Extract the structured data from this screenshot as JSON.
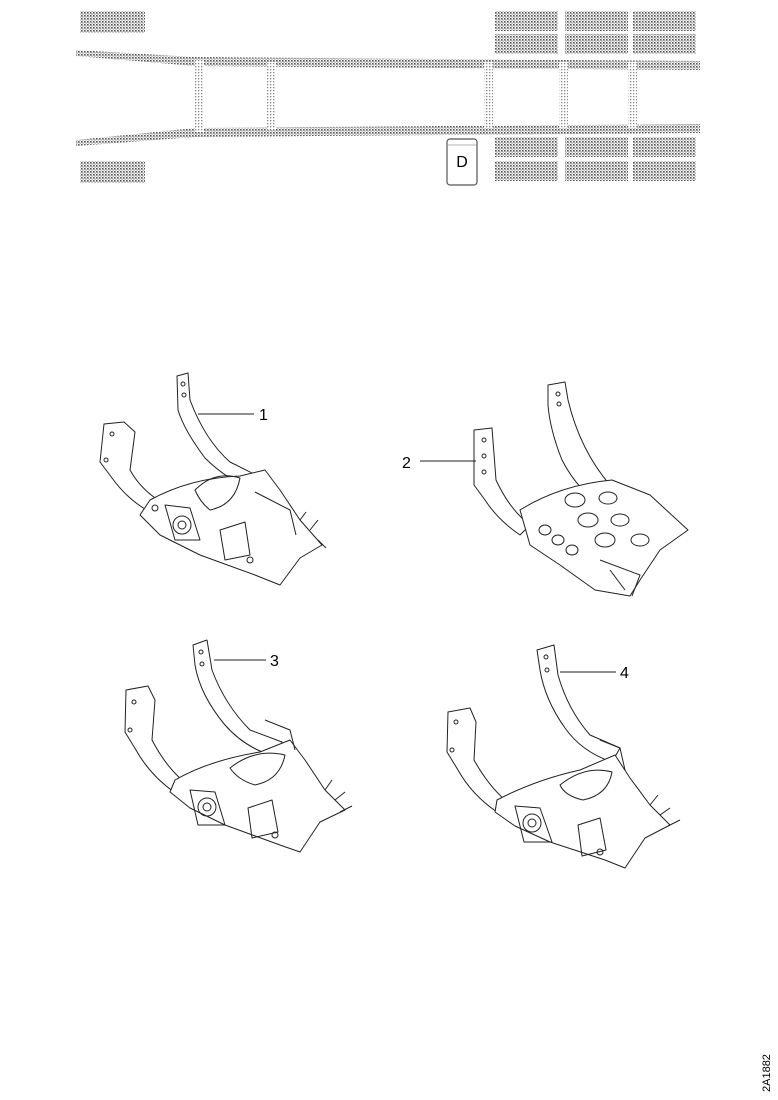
{
  "chassis": {
    "fuel_tank_label": "D"
  },
  "parts": [
    {
      "callout": "1"
    },
    {
      "callout": "2"
    },
    {
      "callout": "3"
    },
    {
      "callout": "4"
    }
  ],
  "document_id": "2A1882"
}
